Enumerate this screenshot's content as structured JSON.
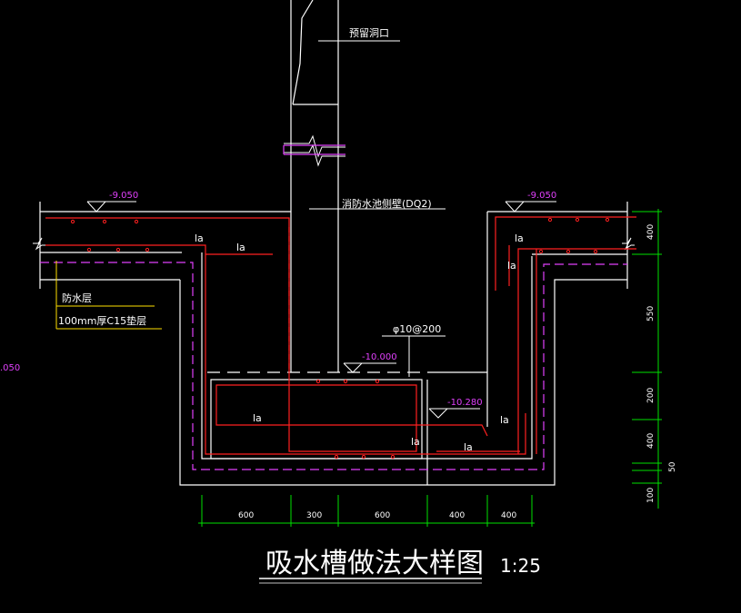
{
  "labels": {
    "reserved_opening": "预留洞口",
    "wall": "消防水池侧壁(DQ2)",
    "waterproof": "防水层",
    "cushion": "100mm厚C15垫层",
    "rebar": "φ10@200",
    "la": "la"
  },
  "levels": {
    "left_top": "-9.050",
    "right_top": "-9.050",
    "sump_top": "-10.000",
    "sump_bottom": "-10.280",
    "cut_left": ".050"
  },
  "dims_horizontal": [
    "600",
    "300",
    "600",
    "400",
    "400"
  ],
  "dims_vertical": [
    "400",
    "550",
    "200",
    "400",
    "50",
    "100"
  ],
  "title": "吸水槽做法大样图",
  "scale": "1:25",
  "colors": {
    "background": "#000000",
    "outline": "#ffffff",
    "rebar": "#ff2020",
    "waterproof": "#e040fb",
    "dimension": "#00e000",
    "leader": "#ffe000"
  }
}
